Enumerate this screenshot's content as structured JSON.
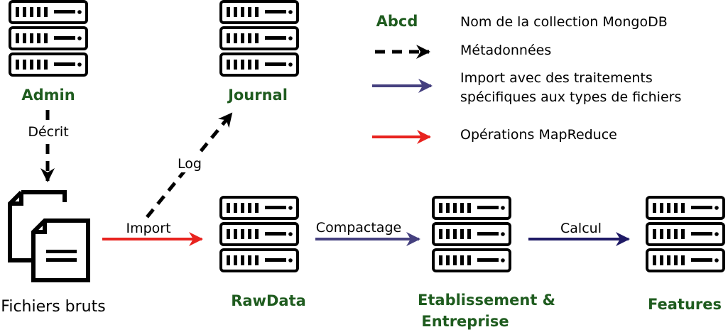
{
  "collections": {
    "admin": "Admin",
    "journal": "Journal",
    "rawdata": "RawData",
    "etab_line1": "Etablissement &",
    "etab_line2": "Entreprise",
    "features": "Features"
  },
  "files": {
    "label": "Fichiers bruts"
  },
  "edges": {
    "decrit": "Décrit",
    "log": "Log",
    "import": "Import",
    "compactage": "Compactage",
    "calcul": "Calcul"
  },
  "legend": {
    "sample": "Abcd",
    "collection_name": "Nom de la collection MongoDB",
    "metadata": "Métadonnées",
    "import_line1": "Import avec des traitements",
    "import_line2": "spécifiques aux types de fichiers",
    "mapreduce": "Opérations MapReduce"
  },
  "colors": {
    "collection_text": "#1f5c1f",
    "metadata_arrow": "#000000",
    "import_arrow": "#45407f",
    "mapreduce_arrow": "#e8231f",
    "calcul_arrow": "#1f1a66"
  },
  "icons": {
    "server": "server-icon",
    "files": "files-icon"
  }
}
